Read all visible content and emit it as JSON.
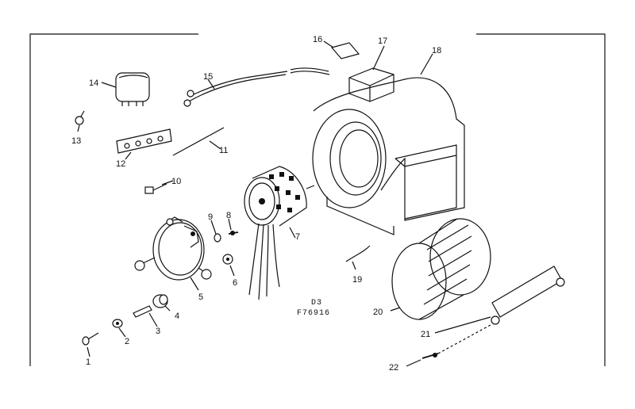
{
  "diagram": {
    "code_line1": "D3",
    "code_line2": "F76916",
    "callouts": [
      "1",
      "2",
      "3",
      "4",
      "5",
      "6",
      "7",
      "8",
      "9",
      "10",
      "11",
      "12",
      "13",
      "14",
      "15",
      "16",
      "17",
      "18",
      "19",
      "20",
      "21",
      "22"
    ]
  }
}
